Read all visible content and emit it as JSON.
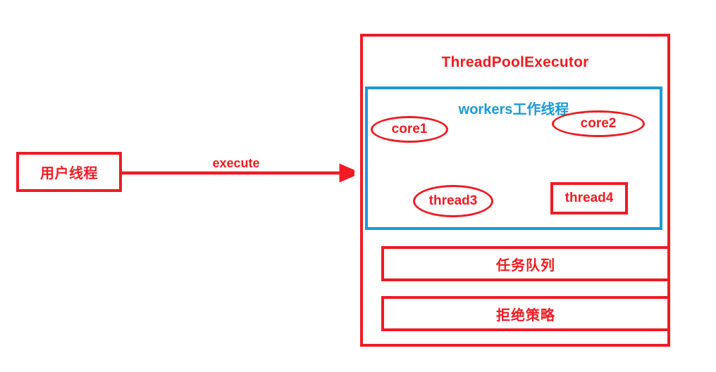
{
  "diagram": {
    "title": "ThreadPoolExecutor",
    "colors": {
      "red": "#ED1C24",
      "blue": "#1B9AD6",
      "background": "#FFFFFF"
    },
    "left": {
      "user_thread_label": "用户线程"
    },
    "arrow": {
      "label": "execute",
      "direction": "left-to-right",
      "icon": "arrow-right-icon"
    },
    "executor": {
      "title": "ThreadPoolExecutor",
      "workers": {
        "title": "workers工作线程",
        "nodes": [
          {
            "label": "core1",
            "shape": "ellipse"
          },
          {
            "label": "core2",
            "shape": "ellipse"
          },
          {
            "label": "thread3",
            "shape": "ellipse"
          },
          {
            "label": "thread4",
            "shape": "rectangle"
          }
        ]
      },
      "stack": [
        {
          "label": "任务队列"
        },
        {
          "label": "拒绝策略"
        }
      ]
    }
  }
}
